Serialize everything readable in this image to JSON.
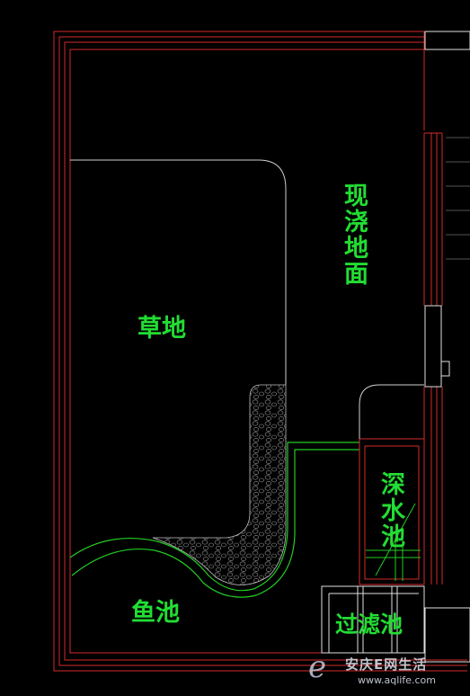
{
  "labels": {
    "lawn": "草地",
    "cast_ground": "现浇地面",
    "deep_pool": "深水池",
    "fish_pond": "鱼池",
    "filter_pool": "过滤池"
  },
  "watermark": {
    "logo": "e",
    "site_name": "安庆E网生活",
    "url": "www.aqlife.com"
  },
  "colors": {
    "background": "#000000",
    "wall_lines": "#d42a2a",
    "pond_lines": "#22cc22",
    "path_lines": "#cfcfcf",
    "label_text": "#22dd33"
  }
}
